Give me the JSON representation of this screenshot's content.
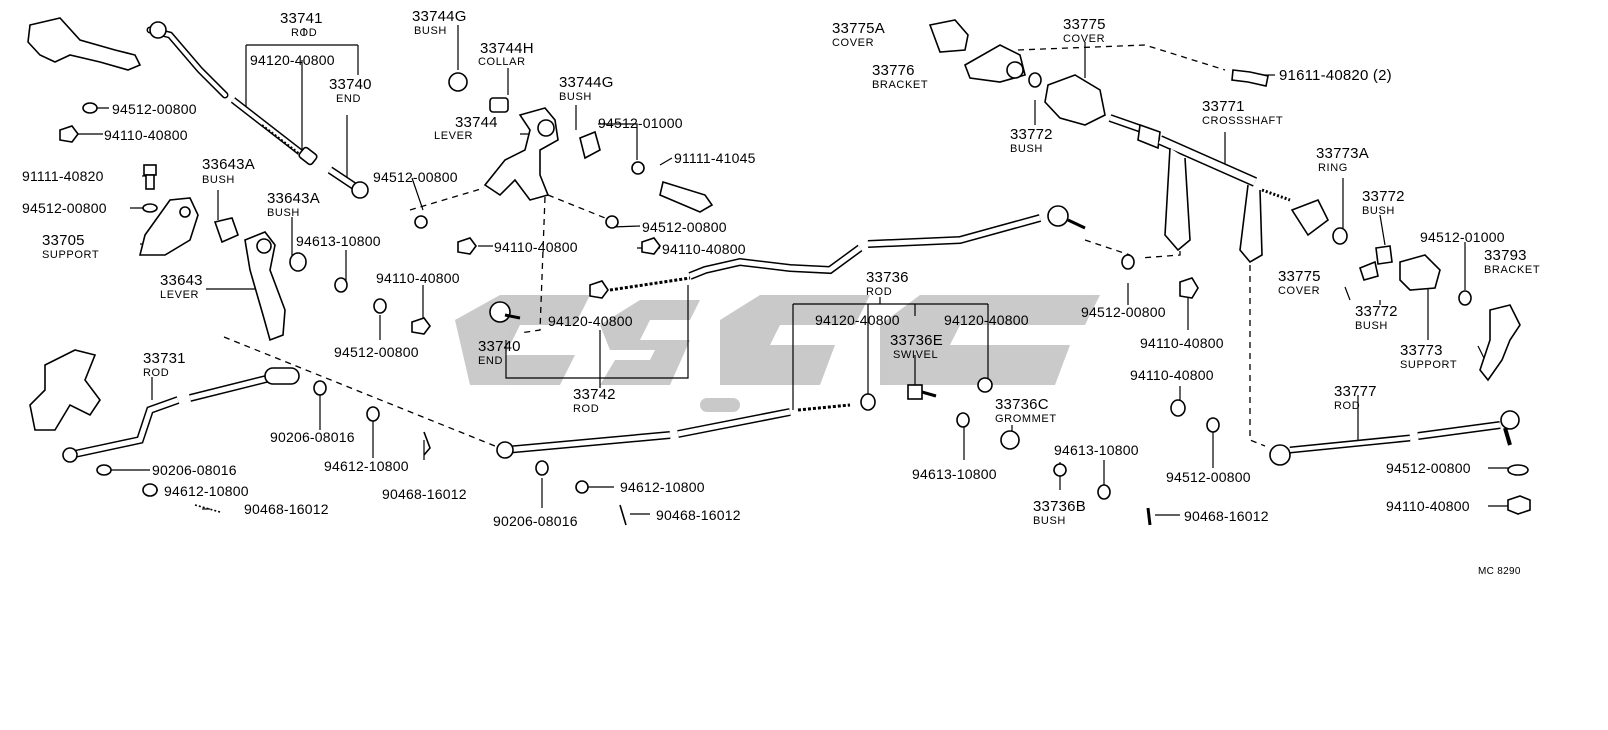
{
  "drawing_code": "MC 8290",
  "watermark_text": "cfsc",
  "colors": {
    "ink": "#000000",
    "part_fill": "#d8d8d8",
    "watermark": "#c4c4c4"
  },
  "callouts": {
    "c33741": {
      "number": "33741",
      "name": "ROD"
    },
    "c33744g_a": {
      "number": "33744G",
      "name": "BUSH"
    },
    "c33744h": {
      "number": "33744H",
      "name": "COLLAR"
    },
    "c33744g_b": {
      "number": "33744G",
      "name": "BUSH"
    },
    "c33740_a": {
      "number": "33740",
      "name": "END"
    },
    "c33744": {
      "number": "33744",
      "name": "LEVER"
    },
    "c33643a_a": {
      "number": "33643A",
      "name": "BUSH"
    },
    "c33643a_b": {
      "number": "33643A",
      "name": "BUSH"
    },
    "c33705": {
      "number": "33705",
      "name": "SUPPORT"
    },
    "c33643": {
      "number": "33643",
      "name": "LEVER"
    },
    "c33731": {
      "number": "33731",
      "name": "ROD"
    },
    "c33740_b": {
      "number": "33740",
      "name": "END"
    },
    "c33742": {
      "number": "33742",
      "name": "ROD"
    },
    "c33736": {
      "number": "33736",
      "name": "ROD"
    },
    "c33736e": {
      "number": "33736E",
      "name": "SWIVEL"
    },
    "c33736c": {
      "number": "33736C",
      "name": "GROMMET"
    },
    "c33736b": {
      "number": "33736B",
      "name": "BUSH"
    },
    "c33775a": {
      "number": "33775A",
      "name": "COVER"
    },
    "c33775_a": {
      "number": "33775",
      "name": "COVER"
    },
    "c33776": {
      "number": "33776",
      "name": "BRACKET"
    },
    "c33772_a": {
      "number": "33772",
      "name": "BUSH"
    },
    "c33771": {
      "number": "33771",
      "name": "CROSSSHAFT"
    },
    "c33773a": {
      "number": "33773A",
      "name": "RING"
    },
    "c33772_b": {
      "number": "33772",
      "name": "BUSH"
    },
    "c33772_c": {
      "number": "33772",
      "name": "BUSH"
    },
    "c33775_b": {
      "number": "33775",
      "name": "COVER"
    },
    "c33793": {
      "number": "33793",
      "name": "BRACKET"
    },
    "c33773": {
      "number": "33773",
      "name": "SUPPORT"
    },
    "c33777": {
      "number": "33777",
      "name": "ROD"
    }
  },
  "part_numbers": {
    "p_94120_40800_a": "94120-40800",
    "p_94512_00800_a": "94512-00800",
    "p_94110_40800_a": "94110-40800",
    "p_91111_40820": "91111-40820",
    "p_94512_00800_b": "94512-00800",
    "p_94512_01000_a": "94512-01000",
    "p_91111_41045": "91111-41045",
    "p_94512_00800_c": "94512-00800",
    "p_94512_00800_d": "94512-00800",
    "p_94110_40800_b": "94110-40800",
    "p_94110_40800_c": "94110-40800",
    "p_94613_10800_a": "94613-10800",
    "p_94110_40800_d": "94110-40800",
    "p_94512_00800_e": "94512-00800",
    "p_94120_40800_b": "94120-40800",
    "p_90206_08016_a": "90206-08016",
    "p_94612_10800_a": "94612-10800",
    "p_90468_16012_a": "90468-16012",
    "p_90206_08016_b": "90206-08016",
    "p_94612_10800_b": "94612-10800",
    "p_90468_16012_b": "90468-16012",
    "p_90206_08016_c": "90206-08016",
    "p_94612_10800_c": "94612-10800",
    "p_90468_16012_c": "90468-16012",
    "p_94120_40800_c": "94120-40800",
    "p_94120_40800_d": "94120-40800",
    "p_94613_10800_b": "94613-10800",
    "p_94613_10800_c": "94613-10800",
    "p_90468_16012_d": "90468-16012",
    "p_91611_40820": "91611-40820 (2)",
    "p_94512_00800_f": "94512-00800",
    "p_94110_40800_e": "94110-40800",
    "p_94110_40800_f": "94110-40800",
    "p_94512_00800_g": "94512-00800",
    "p_94512_01000_b": "94512-01000",
    "p_94512_00800_h": "94512-00800",
    "p_94110_40800_g": "94110-40800"
  }
}
